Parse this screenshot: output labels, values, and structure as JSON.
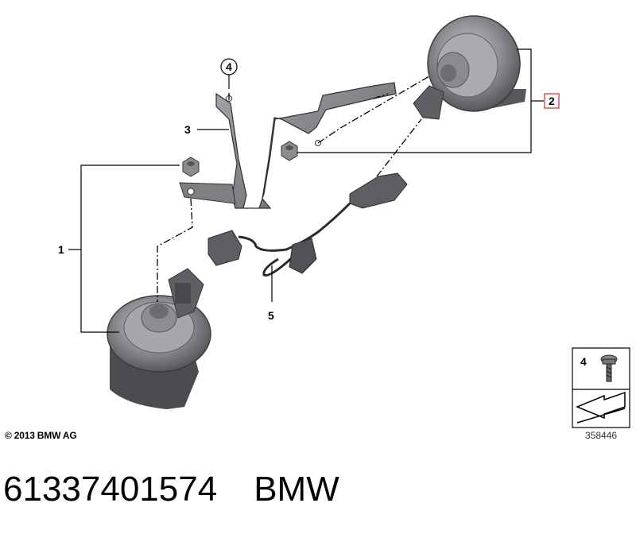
{
  "callouts": {
    "c1": "1",
    "c2": "2",
    "c3": "3",
    "c4": "4",
    "c5": "5"
  },
  "legend_box": {
    "item_number": "4"
  },
  "copyright": "© 2013 BMW AG",
  "diagram_id": "358446",
  "footer": {
    "part_number": "61337401574",
    "brand": "BMW"
  },
  "colors": {
    "highlight_box": "#e0505a",
    "part_gray": "#7b7d80",
    "part_dark": "#3e4043",
    "line": "#000000"
  },
  "icons": [
    "screw-icon",
    "flat-arrow-icon"
  ]
}
